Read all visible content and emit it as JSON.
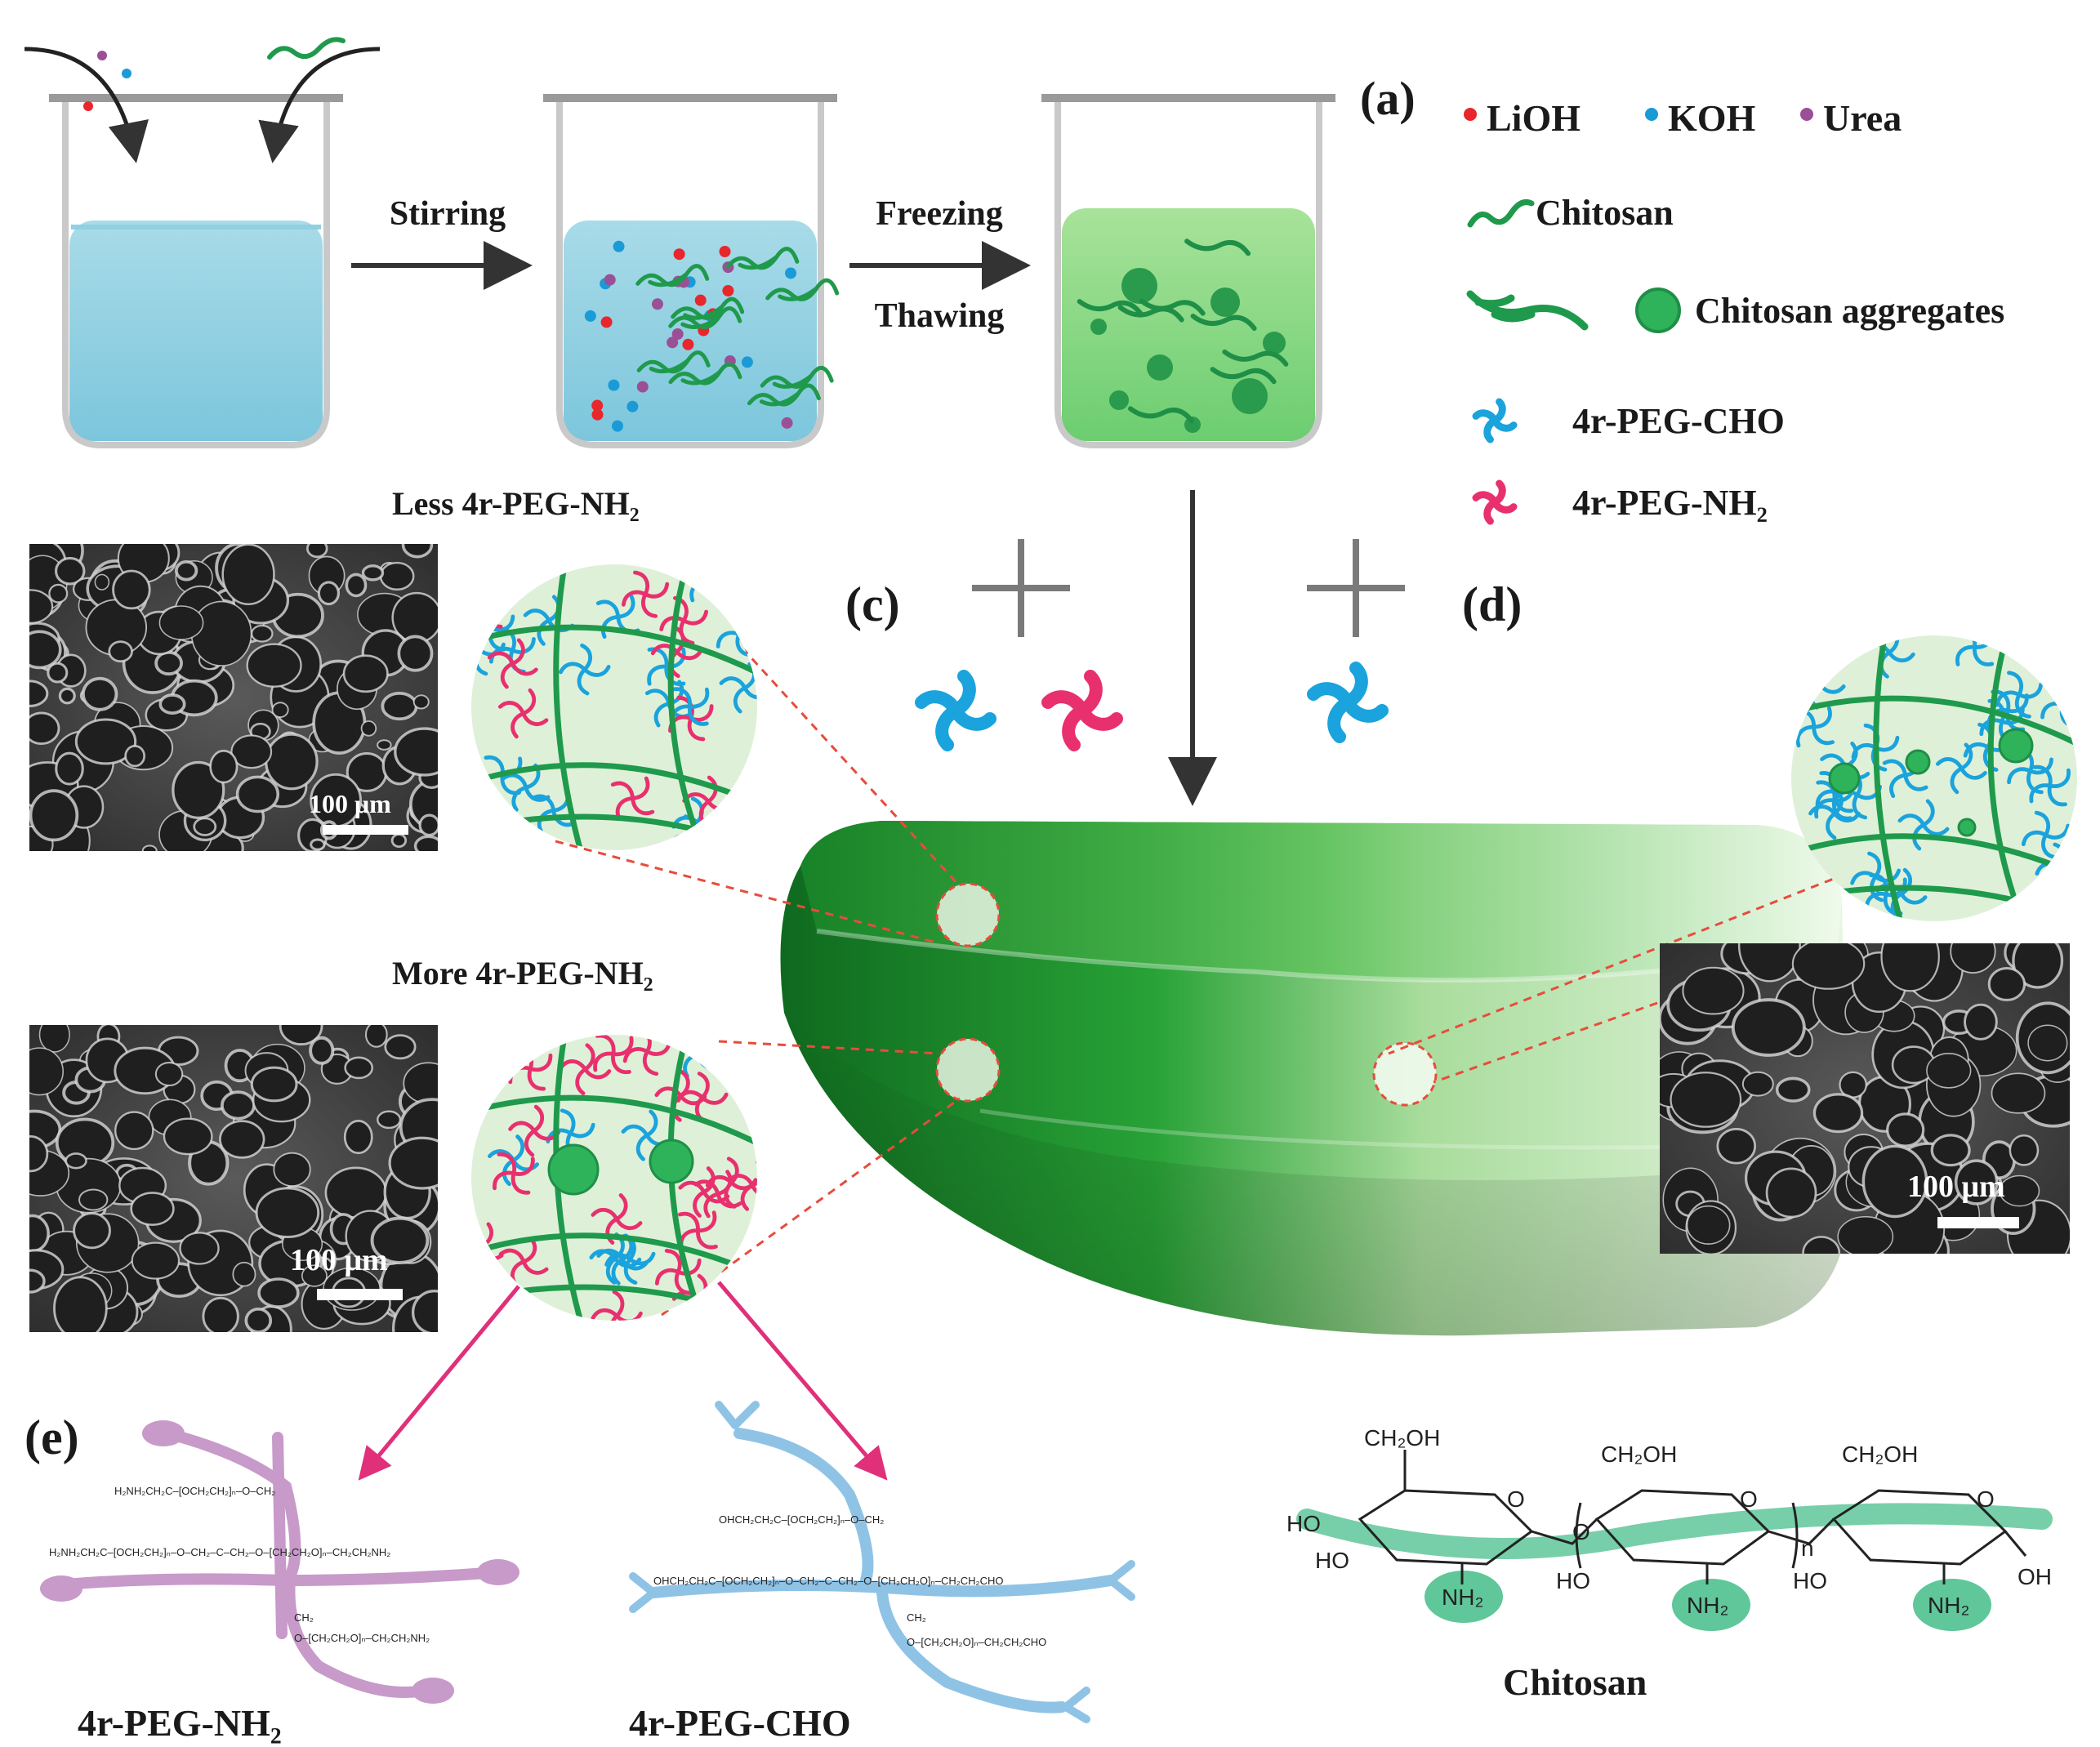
{
  "panels": {
    "a": "(a)",
    "c": "(c)",
    "d": "(d)",
    "e": "(e)"
  },
  "legend": {
    "lioh": "LiOH",
    "koh": "KOH",
    "urea": "Urea",
    "chitosan": "Chitosan",
    "chitosan_aggregates": "Chitosan aggregates",
    "peg_cho": "4r-PEG-CHO",
    "peg_nh2": "4r-PEG-NH₂"
  },
  "steps": {
    "stirring": "Stirring",
    "freezing": "Freezing",
    "thawing": "Thawing"
  },
  "sem": {
    "less_title": "Less 4r-PEG-NH₂",
    "more_title": "More 4r-PEG-NH₂",
    "scale_less": "100 μm",
    "scale_more": "100 μm",
    "scale_right": "100 μm"
  },
  "structures": {
    "peg_nh2_label": "4r-PEG-NH₂",
    "peg_cho_label": "4r-PEG-CHO",
    "chitosan_label": "Chitosan",
    "ch2oh": "CH₂OH",
    "ho": "HO",
    "oh": "OH",
    "nh2": "NH₂",
    "o": "O",
    "n": "n"
  },
  "colors": {
    "lioh": "#e8262b",
    "koh": "#1a9bd7",
    "urea": "#9b4f96",
    "chitosan": "#1f9a4c",
    "peg_cho": "#1aa3dc",
    "peg_nh2": "#e8306e",
    "dashed": "#e74c3c",
    "arrow_pink": "#e0307a"
  }
}
